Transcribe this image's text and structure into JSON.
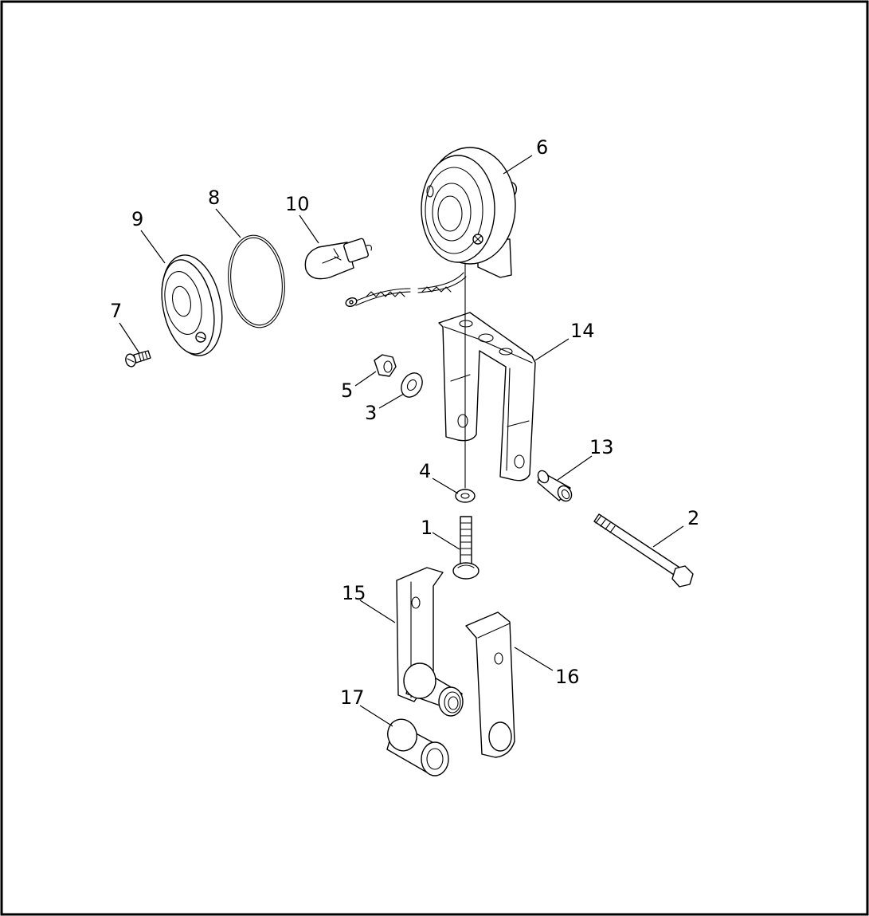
{
  "diagram": {
    "colors": {
      "line": "#000000",
      "background": "#ffffff"
    },
    "callouts": [
      {
        "id": "c1",
        "label": "1"
      },
      {
        "id": "c2",
        "label": "2"
      },
      {
        "id": "c3",
        "label": "3"
      },
      {
        "id": "c4",
        "label": "4"
      },
      {
        "id": "c5",
        "label": "5"
      },
      {
        "id": "c6",
        "label": "6"
      },
      {
        "id": "c7",
        "label": "7"
      },
      {
        "id": "c8",
        "label": "8"
      },
      {
        "id": "c9",
        "label": "9"
      },
      {
        "id": "c10",
        "label": "10"
      },
      {
        "id": "c13",
        "label": "13"
      },
      {
        "id": "c14",
        "label": "14"
      },
      {
        "id": "c15",
        "label": "15"
      },
      {
        "id": "c16",
        "label": "16"
      },
      {
        "id": "c17",
        "label": "17"
      }
    ]
  }
}
